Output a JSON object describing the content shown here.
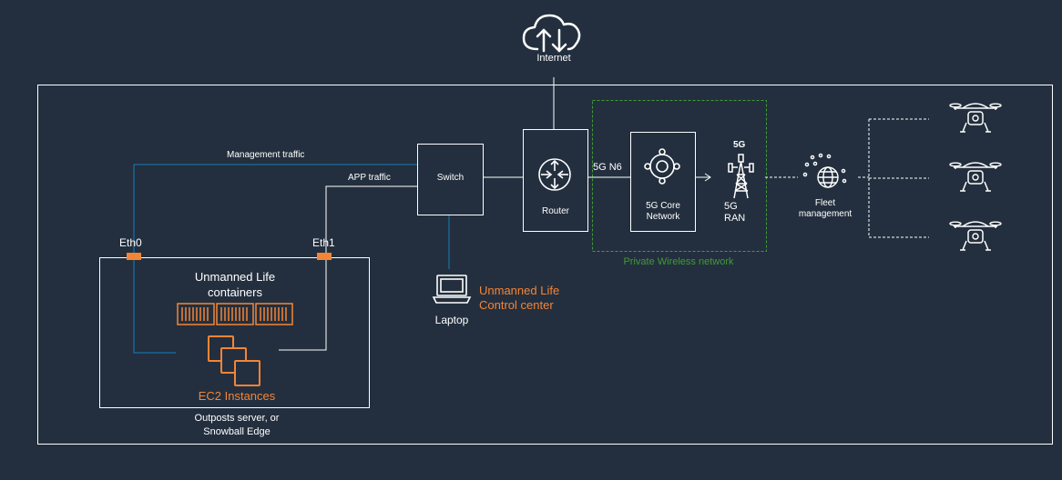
{
  "colors": {
    "background": "#232f3e",
    "accent_orange": "#f58536",
    "private_network_green": "#3f9c35",
    "line_blue": "#147eba",
    "white": "#ffffff"
  },
  "internet": {
    "label": "Internet",
    "icon": "cloud-upload-download-icon"
  },
  "traffic": {
    "management": "Management traffic",
    "app": "APP traffic"
  },
  "switch": {
    "label": "Switch"
  },
  "router": {
    "label": "Router",
    "icon": "router-arrows-icon"
  },
  "link": {
    "label": "5G N6"
  },
  "core": {
    "line1": "5G Core",
    "line2": "Network",
    "icon": "5g-core-network-icon"
  },
  "ran": {
    "badge": "5G",
    "line1": "5G",
    "line2": "RAN",
    "icon": "cell-tower-icon"
  },
  "fleet": {
    "line1": "Fleet",
    "line2": "management",
    "icon": "globe-network-icon"
  },
  "private_network": {
    "label": "Private Wireless  network"
  },
  "ports": {
    "eth0": "Eth0",
    "eth1": "Eth1"
  },
  "containers": {
    "line1": "Unmanned Life",
    "line2": "containers",
    "icon": "container-icon"
  },
  "ec2": {
    "label": "EC2 Instances",
    "icon": "ec2-instances-icon"
  },
  "server": {
    "line1": "Outposts server, or",
    "line2": "Snowball  Edge"
  },
  "laptop": {
    "label": "Laptop",
    "icon": "laptop-icon"
  },
  "control_center": {
    "line1": "Unmanned Life",
    "line2": "Control center"
  },
  "drones": {
    "icon": "drone-icon",
    "count": 3
  }
}
